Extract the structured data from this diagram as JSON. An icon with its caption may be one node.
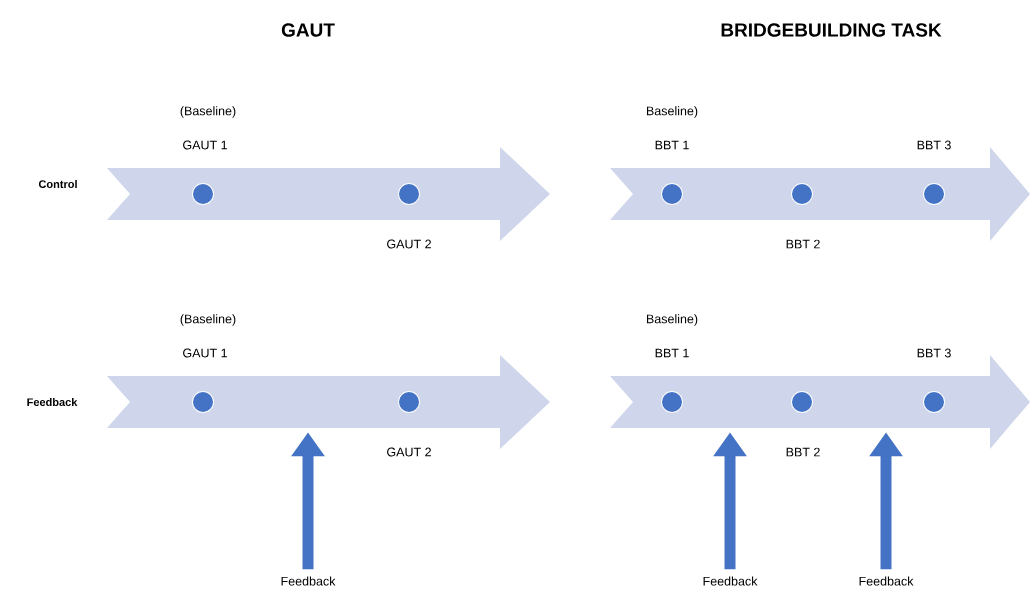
{
  "diagram": {
    "nodes": [
      {
        "text": [],
        "shape": "arrow"
      },
      {
        "text": [],
        "shape": "circle",
        "in": 0,
        "beside": [
          "(Baseline)",
          "GAUT 1"
        ]
      },
      {
        "text": [],
        "shape": "circle",
        "in": 0,
        "beside": [
          "GAUT 2"
        ]
      },
      {
        "text": [],
        "shape": "arrow"
      },
      {
        "text": [],
        "shape": "circle",
        "in": 3,
        "beside": [
          "Baseline)",
          "BBT 1"
        ]
      },
      {
        "text": [],
        "shape": "circle",
        "in": 3,
        "beside": [
          "BBT 2"
        ]
      },
      {
        "text": [],
        "shape": "circle",
        "in": 3,
        "beside": [
          "BBT 3"
        ]
      },
      {
        "text": [],
        "shape": "arrow"
      },
      {
        "text": [],
        "shape": "circle",
        "in": 7,
        "beside": [
          "(Baseline)",
          "GAUT 1"
        ]
      },
      {
        "text": [],
        "shape": "circle",
        "in": 7,
        "beside": [
          "GAUT 2"
        ]
      },
      {
        "text": [],
        "shape": "arrow"
      },
      {
        "text": [],
        "shape": "circle",
        "in": 10,
        "beside": [
          "Baseline)",
          "BBT 1"
        ]
      },
      {
        "text": [],
        "shape": "circle",
        "in": 10,
        "beside": [
          "BBT 2"
        ]
      },
      {
        "text": [],
        "shape": "circle",
        "in": 10,
        "beside": [
          "BBT 3"
        ]
      },
      {
        "text": [
          "Feedback"
        ]
      },
      {
        "text": [
          "Feedback"
        ]
      },
      {
        "text": [
          "Feedback"
        ]
      }
    ],
    "edges": [
      {
        "from": 14,
        "to": 7,
        "arrow": "to"
      },
      {
        "from": 15,
        "to": 10,
        "arrow": "to"
      },
      {
        "from": 16,
        "to": 10,
        "arrow": "to"
      }
    ],
    "labels": [
      "GAUT",
      "BRIDGEBUILDING TASK",
      "Control",
      "Feedback"
    ]
  }
}
